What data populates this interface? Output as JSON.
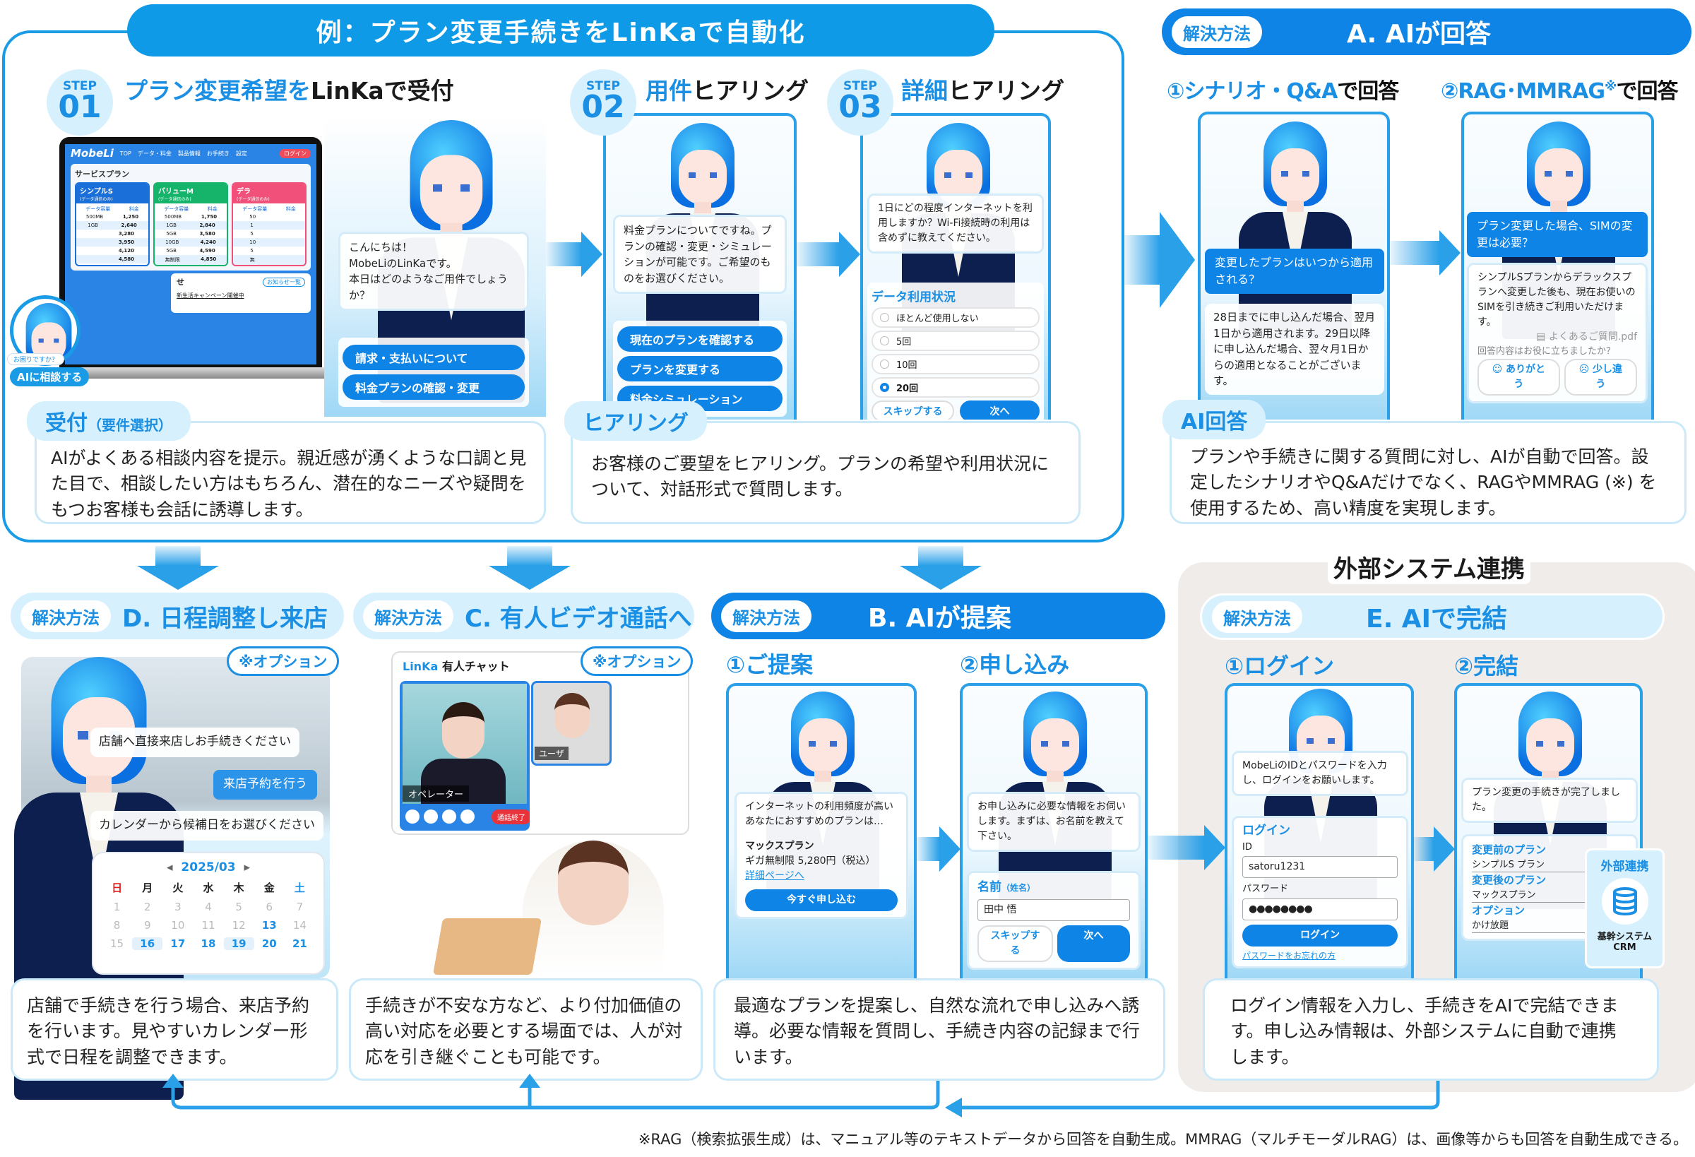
{
  "banner_title": "例：プラン変更手続きをLinKaで自動化",
  "step01": {
    "step_label": "STEP",
    "number": "01",
    "title_highlight": "プラン変更希望を",
    "title_rest": "LinKaで受付",
    "site": {
      "logo": "MobeLi",
      "nav": [
        "TOP",
        "データ・料金",
        "製品情報",
        "お手続き",
        "設定"
      ],
      "login": "ログイン",
      "section_title": "サービスプラン",
      "plans": [
        {
          "name": "シンプルS",
          "note": "(データ通信のみ)",
          "color": "#1a6fd8",
          "rows": [
            [
              "500MB",
              "1,250"
            ],
            [
              "1GB",
              "2,640"
            ],
            [
              "",
              "3,280"
            ],
            [
              "",
              "3,950"
            ],
            [
              "",
              "4,120"
            ],
            [
              "",
              "4,580"
            ]
          ]
        },
        {
          "name": "バリューM",
          "note": "(データ通信のみ)",
          "color": "#16b36a",
          "rows": [
            [
              "500MB",
              "1,750"
            ],
            [
              "1GB",
              "2,840"
            ],
            [
              "5GB",
              "3,580"
            ],
            [
              "10GB",
              "4,240"
            ],
            [
              "5GB",
              "4,590"
            ],
            [
              "無制限",
              "4,850"
            ]
          ]
        },
        {
          "name": "デラ",
          "note": "(データ通信のみ)",
          "color": "#f0507a",
          "rows": [
            [
              "50",
              ""
            ],
            [
              "1",
              ""
            ],
            [
              "5",
              ""
            ],
            [
              "10",
              ""
            ],
            [
              "5",
              ""
            ],
            [
              "無",
              ""
            ]
          ]
        }
      ],
      "col_data": "データ容量",
      "col_price": "料金",
      "news_title": "せ",
      "news_link": "お知らせ一覧",
      "news_item": "新生活キャンペーン開催中",
      "help_prompt": "お困りですか？",
      "help_button": "AIに相談する"
    },
    "greeting": "こんにちは！\nMobeLiのLinKaです。\n本日はどのようなご用件でしょうか？",
    "options": [
      "請求・支払いについて",
      "料金プランの確認・変更"
    ],
    "label": "受付",
    "label_sub": "（要件選択）",
    "description": "AIがよくある相談内容を提示。親近感が湧くような口調と見た目で、相談したい方はもちろん、潜在的なニーズや疑問をもつお客様も会話に誘導します。"
  },
  "step02": {
    "step_label": "STEP",
    "number": "02",
    "title_highlight": "用件",
    "title_rest": "ヒアリング",
    "message": "料金プランについてですね。プランの確認・変更・シミュレーションが可能です。ご希望のものをお選びください。",
    "options": [
      "現在のプランを確認する",
      "プランを変更する",
      "料金シミュレーション"
    ]
  },
  "step03": {
    "step_label": "STEP",
    "number": "03",
    "title_highlight": "詳細",
    "title_rest": "ヒアリング",
    "message": "1日にどの程度インターネットを利用しますか？Wi-Fi接続時の利用は含めずに教えてください。",
    "form_title": "データ利用状況",
    "choices": [
      "ほとんど使用しない",
      "5回",
      "10回",
      "20回"
    ],
    "selected": "20回",
    "skip": "スキップする",
    "next": "次へ"
  },
  "hearing": {
    "label": "ヒアリング",
    "description": "お客様のご要望をヒアリング。プランの希望や利用状況について、対話形式で質問します。"
  },
  "solution_a": {
    "tag": "解決方法",
    "title": "A. AIが回答",
    "sub1": "①シナリオ・Q&A",
    "sub1_rest": "で回答",
    "sub2": "②RAG･MMRAG",
    "sub2_mark": "※",
    "sub2_rest": "で回答",
    "q1": "変更したプランはいつから適用される？",
    "a1": "28日までに申し込んだ場合、翌月1日から適用されます。29日以降に申し込んだ場合、翌々月1日からの適用となることがございます。",
    "q2": "プラン変更した場合、SIMの変更は必要？",
    "a2": "シンプルSプランからデラックスプランへ変更した後も、現在お使いのSIMを引き続きご利用いただけます。",
    "source": "よくあるご質問.pdf",
    "feedback_q": "回答内容はお役に立ちましたか？",
    "feedback_yes": "ありがとう",
    "feedback_no": "少し違う",
    "label": "AI回答",
    "description": "プランや手続きに関する質問に対し、AIが自動で回答。設定したシナリオやQ&Aだけでなく、RAGやMMRAG (※) を使用するため、高い精度を実現します。"
  },
  "solution_d": {
    "tag": "解決方法",
    "title": "D. 日程調整し来店",
    "option": "※オプション",
    "msg1": "店舗へ直接来店しお手続きください",
    "reply": "来店予約を行う",
    "msg2": "カレンダーから候補日をお選びください",
    "calendar_month": "2025/03",
    "weekdays": [
      "日",
      "月",
      "火",
      "水",
      "木",
      "金",
      "土"
    ],
    "days": [
      "1",
      "2",
      "3",
      "4",
      "5",
      "6",
      "7",
      "8",
      "9",
      "10",
      "11",
      "12",
      "13",
      "14",
      "15",
      "16",
      "17",
      "18",
      "19",
      "20",
      "21"
    ],
    "available_days": [
      "13",
      "16",
      "17",
      "18",
      "19",
      "20",
      "21"
    ],
    "highlighted_days": [
      "16",
      "19"
    ],
    "description": "店舗で手続きを行う場合、来店予約を行います。見やすいカレンダー形式で日程を調整できます。"
  },
  "solution_c": {
    "tag": "解決方法",
    "title": "C. 有人ビデオ通話へ",
    "option": "※オプション",
    "chat_brand": "LinKa",
    "chat_title": "有人チャット",
    "operator_label": "オペレーター",
    "user_label": "ユーザ",
    "end_call": "通話終了",
    "description": "手続きが不安な方など、より付加価値の高い対応を必要とする場面では、人が対応を引き継ぐことも可能です。"
  },
  "solution_b": {
    "tag": "解決方法",
    "title": "B. AIが提案",
    "sub1": "①ご提案",
    "sub2": "②申し込み",
    "proposal_msg": "インターネットの利用頻度が高いあなたにおすすめのプランは…",
    "plan_name": "マックスプラン",
    "plan_detail": "ギガ無制限 5,280円（税込）",
    "plan_link": "詳細ページへ",
    "apply_button": "今すぐ申し込む",
    "apply_msg": "お申し込みに必要な情報をお伺いします。まずは、お名前を教えて下さい。",
    "name_label": "名前",
    "name_sub": "（姓名）",
    "name_value": "田中 悟",
    "skip": "スキップする",
    "next": "次へ",
    "description": "最適なプランを提案し、自然な流れで申し込みへ誘導。必要な情報を質問し、手続き内容の記録まで行います。"
  },
  "solution_e": {
    "section_title": "外部システム連携",
    "tag": "解決方法",
    "title": "E. AIで完結",
    "sub1": "①ログイン",
    "sub2": "②完結",
    "login_msg": "MobeLiのIDとパスワードを入力し、ログインをお願いします。",
    "login_title": "ログイン",
    "id_label": "ID",
    "id_value": "satoru1231",
    "pw_label": "パスワード",
    "pw_value": "●●●●●●●●",
    "login_button": "ログイン",
    "forgot": "パスワードをお忘れの方",
    "done_msg": "プラン変更の手続きが完了しました。",
    "before_label": "変更前のプラン",
    "before_value": "シンプルS プラン",
    "after_label": "変更後のプラン",
    "after_value": "マックスプラン",
    "option_label": "オプション",
    "option_value": "かけ放題",
    "ext_title": "外部連携",
    "ext_system": "基幹システム",
    "ext_crm": "CRM",
    "description": "ログイン情報を入力し、手続きをAIで完結できます。申し込み情報は、外部システムに自動で連携します。"
  },
  "footnote": "※RAG（検索拡張生成）は、マニュアル等のテキストデータから回答を自動生成。MMRAG（マルチモーダルRAG）は、画像等からも回答を自動生成できる。",
  "colors": {
    "accent": "#1a8fe3",
    "banner": "#0e9ae6",
    "button": "#0d84e6",
    "light": "#d6f1fd",
    "navy": "#0d1f4f",
    "gray_bg": "#f0ecea"
  }
}
